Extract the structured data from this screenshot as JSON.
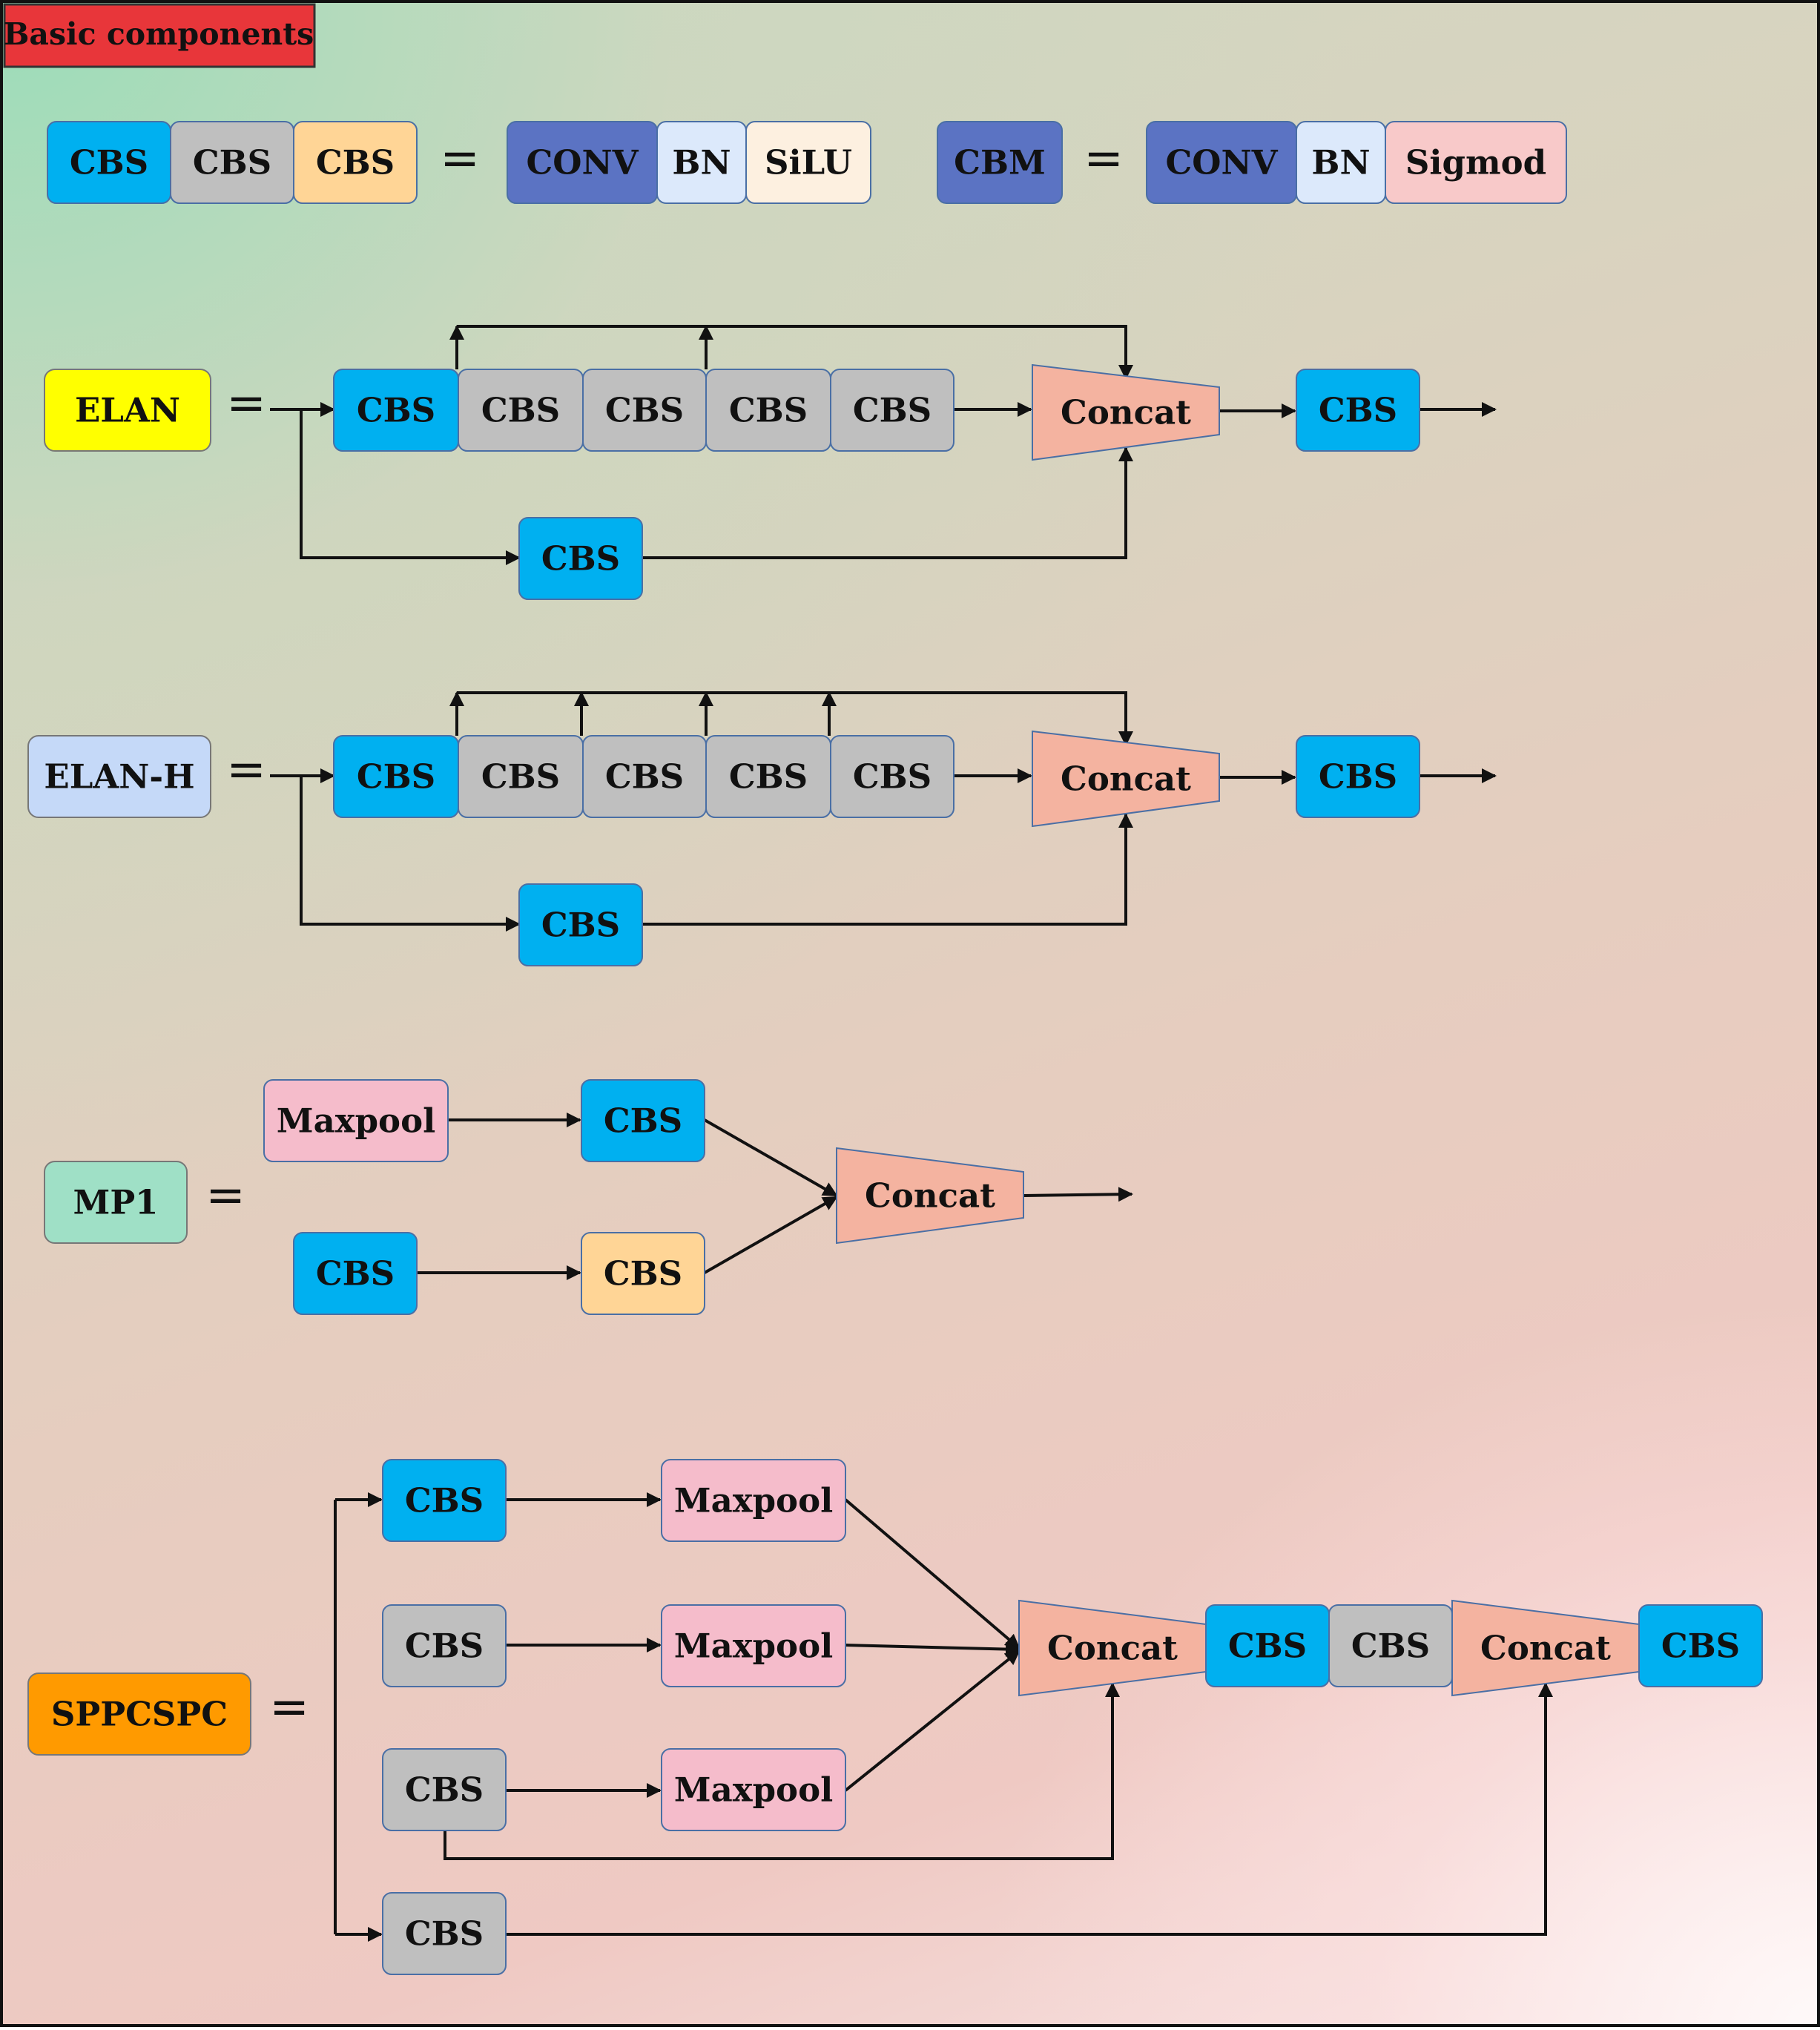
{
  "title": "Basic components",
  "equals_sign": "=",
  "colors": {
    "title_bg": "#e8363a",
    "cbs_blue": "#00b0f0",
    "cbs_gray": "#bfbfbf",
    "cbs_orange": "#ffd596",
    "conv": "#5b73c3",
    "bn": "#dce9fb",
    "silu": "#fdf0e0",
    "sigmod": "#f8c9c9",
    "concat": "#f4b3a0",
    "maxpool": "#f5bccb",
    "elan": "#ffff00",
    "elan_h": "#c5d9f8",
    "mp1": "#9fe0c6",
    "sppcspc": "#ff9a00"
  },
  "row_basic": {
    "left": [
      "CBS",
      "CBS",
      "CBS"
    ],
    "cbs_def": [
      "CONV",
      "BN",
      "SiLU"
    ],
    "cbm_label": "CBM",
    "cbm_def": [
      "CONV",
      "BN",
      "Sigmod"
    ]
  },
  "elan": {
    "label": "ELAN",
    "chain": [
      "CBS",
      "CBS",
      "CBS",
      "CBS",
      "CBS"
    ],
    "concat": "Concat",
    "out": "CBS",
    "branch": "CBS"
  },
  "elan_h": {
    "label": "ELAN-H",
    "chain": [
      "CBS",
      "CBS",
      "CBS",
      "CBS",
      "CBS"
    ],
    "concat": "Concat",
    "out": "CBS",
    "branch": "CBS"
  },
  "mp1": {
    "label": "MP1",
    "maxpool": "Maxpool",
    "cbs_top": "CBS",
    "cbs_left": "CBS",
    "cbs_right": "CBS",
    "concat": "Concat"
  },
  "sppcspc": {
    "label": "SPPCSPC",
    "cbs_1": "CBS",
    "cbs_2": "CBS",
    "cbs_3": "CBS",
    "cbs_4": "CBS",
    "maxpool_1": "Maxpool",
    "maxpool_2": "Maxpool",
    "maxpool_3": "Maxpool",
    "concat_1": "Concat",
    "mid_cbs_1": "CBS",
    "mid_cbs_2": "CBS",
    "concat_2": "Concat",
    "out": "CBS"
  }
}
